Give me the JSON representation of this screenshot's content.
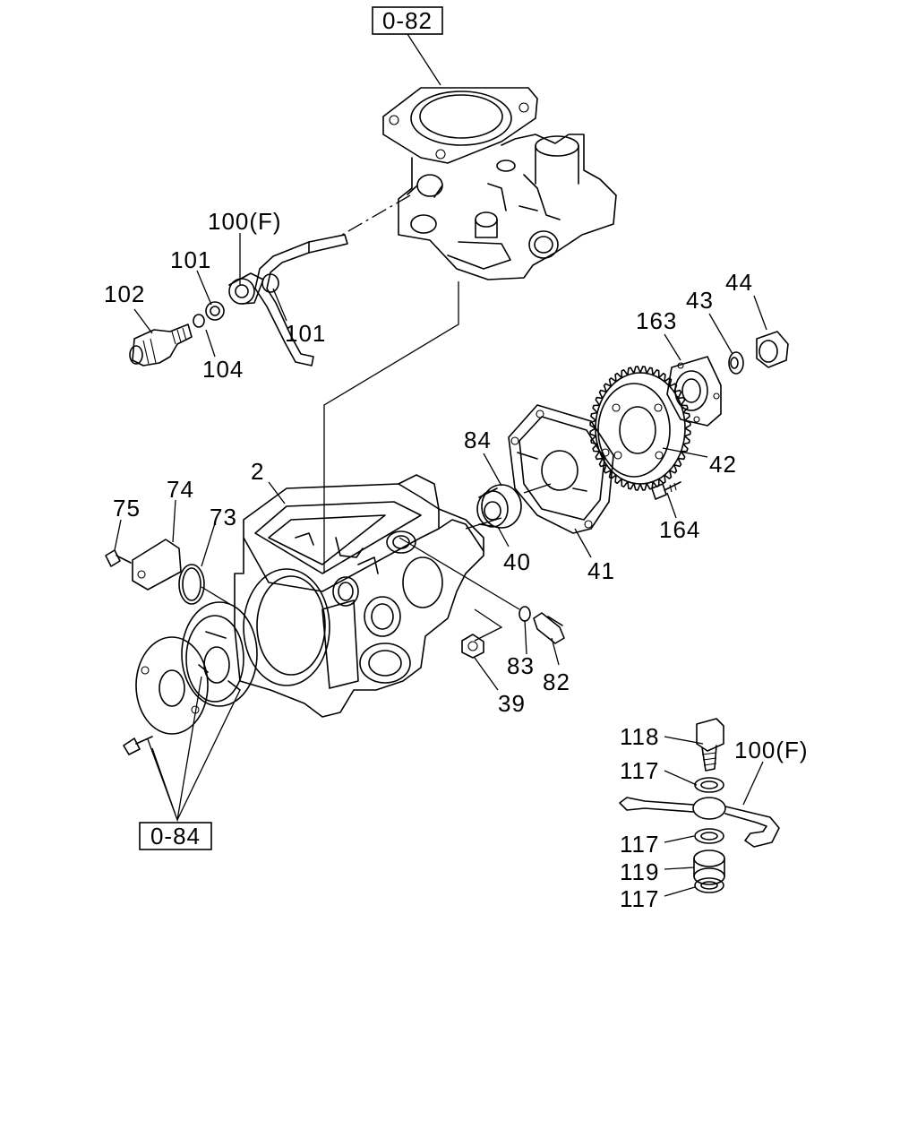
{
  "refs": {
    "top": "0-82",
    "bottom": "0-84"
  },
  "labels": {
    "p100f_top": "100(F)",
    "p101_a": "101",
    "p101_b": "101",
    "p102": "102",
    "p104": "104",
    "p163": "163",
    "p43": "43",
    "p44": "44",
    "p42": "42",
    "p164": "164",
    "p84": "84",
    "p40": "40",
    "p41": "41",
    "p2": "2",
    "p74": "74",
    "p75": "75",
    "p73": "73",
    "p83": "83",
    "p82": "82",
    "p39": "39",
    "p118": "118",
    "p117_a": "117",
    "p100f_bottom": "100(F)",
    "p117_b": "117",
    "p119": "119",
    "p117_c": "117"
  }
}
